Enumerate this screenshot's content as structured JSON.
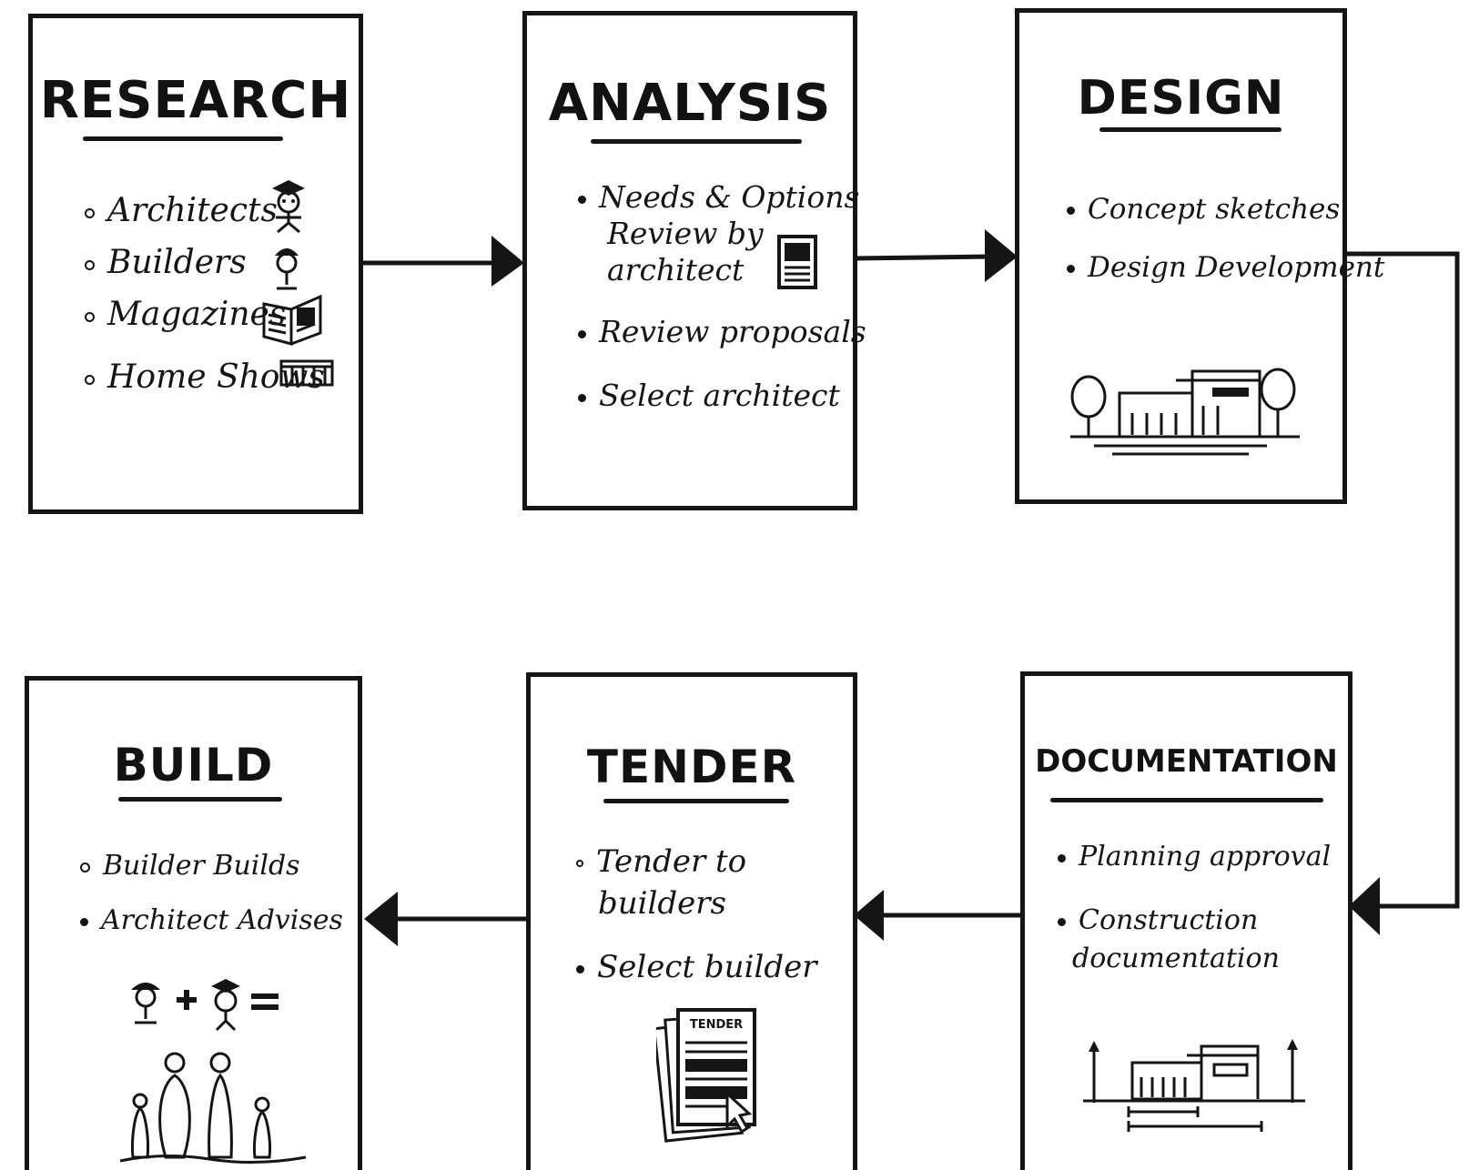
{
  "diagram": {
    "stages": [
      {
        "title": "RESEARCH",
        "items": [
          "Architects",
          "Builders",
          "Magazines",
          "Home Shows"
        ]
      },
      {
        "title": "ANALYSIS",
        "items": [
          "Needs & Options",
          "Review by",
          "architect",
          "Review proposals",
          "Select architect"
        ]
      },
      {
        "title": "DESIGN",
        "items": [
          "Concept sketches",
          "Design Development"
        ]
      },
      {
        "title": "DOCUMENTATION",
        "items": [
          "Planning approval",
          "Construction",
          "documentation"
        ]
      },
      {
        "title": "TENDER",
        "items": [
          "Tender to",
          "builders",
          "Select builder"
        ],
        "sketch_label": "TENDER"
      },
      {
        "title": "BUILD",
        "items": [
          "Builder Builds",
          "Architect Advises"
        ]
      }
    ],
    "flow": [
      "RESEARCH",
      "ANALYSIS",
      "DESIGN",
      "DOCUMENTATION",
      "TENDER",
      "BUILD"
    ],
    "icons": {
      "architects": "architect-figure-icon",
      "builders": "builder-figure-icon",
      "magazines": "open-magazine-icon",
      "home_shows": "home-show-booth-icon",
      "analysis": "proposal-document-icon",
      "design": "house-elevation-sketch",
      "documentation": "dimensioned-drawing-sketch",
      "tender": "tender-document-stack-icon",
      "build": "family-figures-sketch"
    },
    "colors": {
      "ink": "#151515",
      "paper": "#ffffff"
    }
  }
}
